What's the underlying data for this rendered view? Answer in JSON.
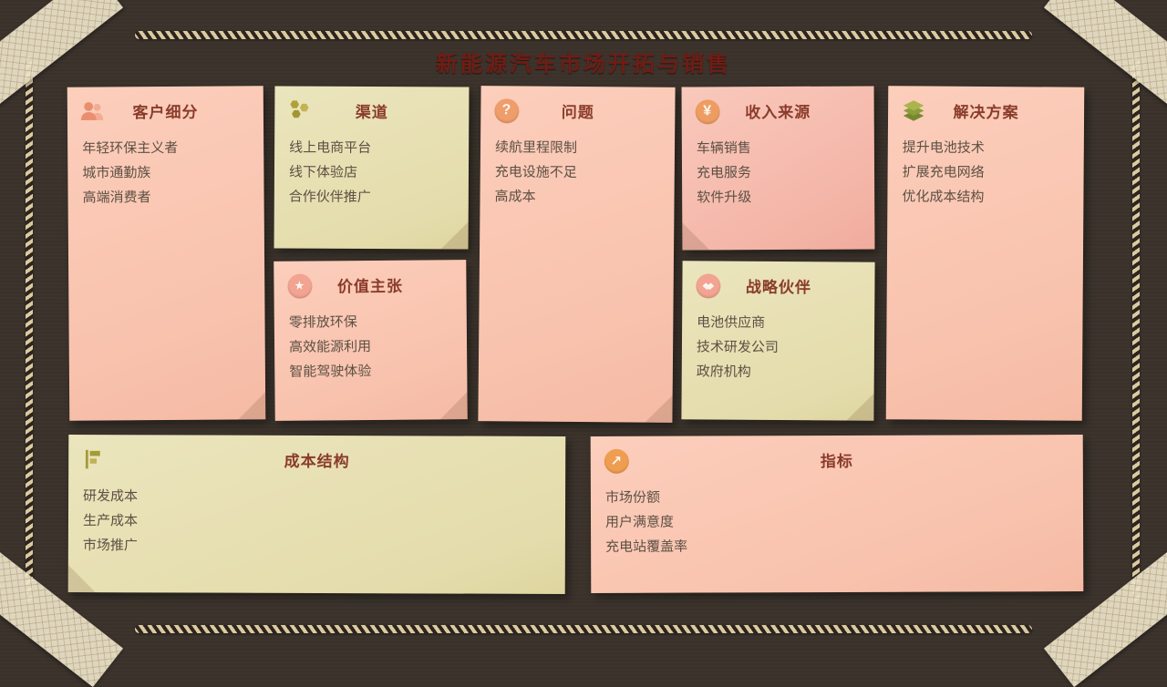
{
  "page": {
    "title": "新能源汽车市场开拓与销售"
  },
  "colors": {
    "background": "#39312a",
    "note_salmon": "#f9c7b3",
    "note_beige": "#e8e2b8",
    "note_pink": "#f4b6a8",
    "heading_text": "#8a3c2b",
    "body_text": "#5d5044",
    "tape": "#ece3c9",
    "rope": "#dcc9a0",
    "icon_orange": "#ee9d62",
    "icon_olive": "#aca03a",
    "icon_pink": "#f2a391"
  },
  "cards": {
    "customer_segments": {
      "title": "客户细分",
      "icon": "users-icon",
      "items": [
        "年轻环保主义者",
        "城市通勤族",
        "高端消费者"
      ]
    },
    "channels": {
      "title": "渠道",
      "icon": "honeycomb-icon",
      "items": [
        "线上电商平台",
        "线下体验店",
        "合作伙伴推广"
      ]
    },
    "value_proposition": {
      "title": "价值主张",
      "icon": "medal-icon",
      "items": [
        "零排放环保",
        "高效能源利用",
        "智能驾驶体验"
      ]
    },
    "problem": {
      "title": "问题",
      "icon": "question-icon",
      "items": [
        "续航里程限制",
        "充电设施不足",
        "高成本"
      ]
    },
    "revenue_streams": {
      "title": "收入来源",
      "icon": "coin-icon",
      "items": [
        "车辆销售",
        "充电服务",
        "软件升级"
      ]
    },
    "key_partners": {
      "title": "战略伙伴",
      "icon": "handshake-icon",
      "items": [
        "电池供应商",
        "技术研发公司",
        "政府机构"
      ]
    },
    "solution": {
      "title": "解决方案",
      "icon": "layers-icon",
      "items": [
        "提升电池技术",
        "扩展充电网络",
        "优化成本结构"
      ]
    },
    "cost_structure": {
      "title": "成本结构",
      "icon": "flag-chart-icon",
      "items": [
        "研发成本",
        "生产成本",
        "市场推广"
      ]
    },
    "metrics": {
      "title": "指标",
      "icon": "trend-arrow-icon",
      "items": [
        "市场份额",
        "用户满意度",
        "充电站覆盖率"
      ]
    }
  }
}
